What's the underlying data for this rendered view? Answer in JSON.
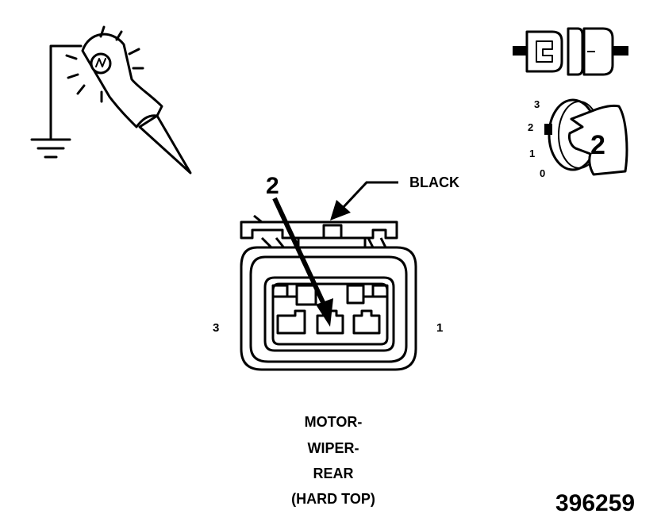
{
  "test_light": {
    "icon": "test-light-probe-icon",
    "ground": "ground-symbol-icon"
  },
  "connector_view": {
    "icon": "connector-halves-icon"
  },
  "ignition": {
    "positions": [
      "3",
      "2",
      "1",
      "0"
    ],
    "key_position": "2",
    "icon": "ignition-key-icon"
  },
  "connector": {
    "pin_pointer_label": "2",
    "wire_color_label": "BLACK",
    "left_pin_label": "3",
    "right_pin_label": "1"
  },
  "caption": {
    "line1": "MOTOR-",
    "line2": "WIPER-",
    "line3": "REAR",
    "line4": "(HARD TOP)"
  },
  "figure_number": "396259"
}
